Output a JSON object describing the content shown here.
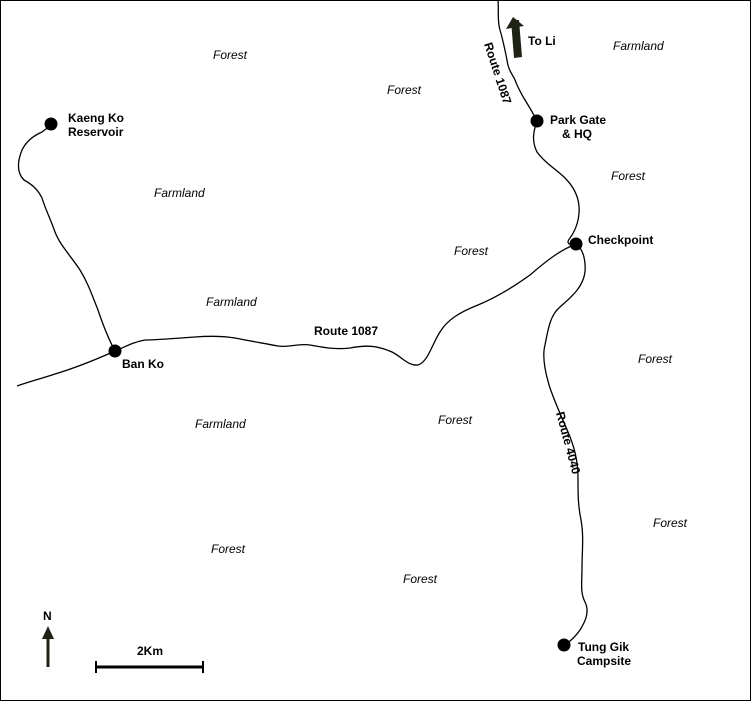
{
  "map": {
    "areas": {
      "forest_1": "Forest",
      "forest_2": "Forest",
      "farmland_ne": "Farmland",
      "forest_3": "Forest",
      "farmland_1": "Farmland",
      "forest_4": "Forest",
      "farmland_2": "Farmland",
      "forest_5": "Forest",
      "farmland_3": "Farmland",
      "forest_6": "Forest",
      "forest_7": "Forest",
      "forest_8": "Forest",
      "forest_9": "Forest"
    },
    "places": {
      "kaeng_ko_line1": "Kaeng Ko",
      "kaeng_ko_line2": "Reservoir",
      "park_gate_line1": "Park Gate",
      "park_gate_line2": "& HQ",
      "checkpoint": "Checkpoint",
      "ban_ko": "Ban Ko",
      "tung_gik_line1": "Tung Gik",
      "tung_gik_line2": "Campsite"
    },
    "roads": {
      "route_1087_north": "Route 1087",
      "route_1087_west": "Route 1087",
      "route_4040": "Route 4040"
    },
    "direction_label": "To Li",
    "north_label": "N",
    "scale_label": "2Km"
  }
}
